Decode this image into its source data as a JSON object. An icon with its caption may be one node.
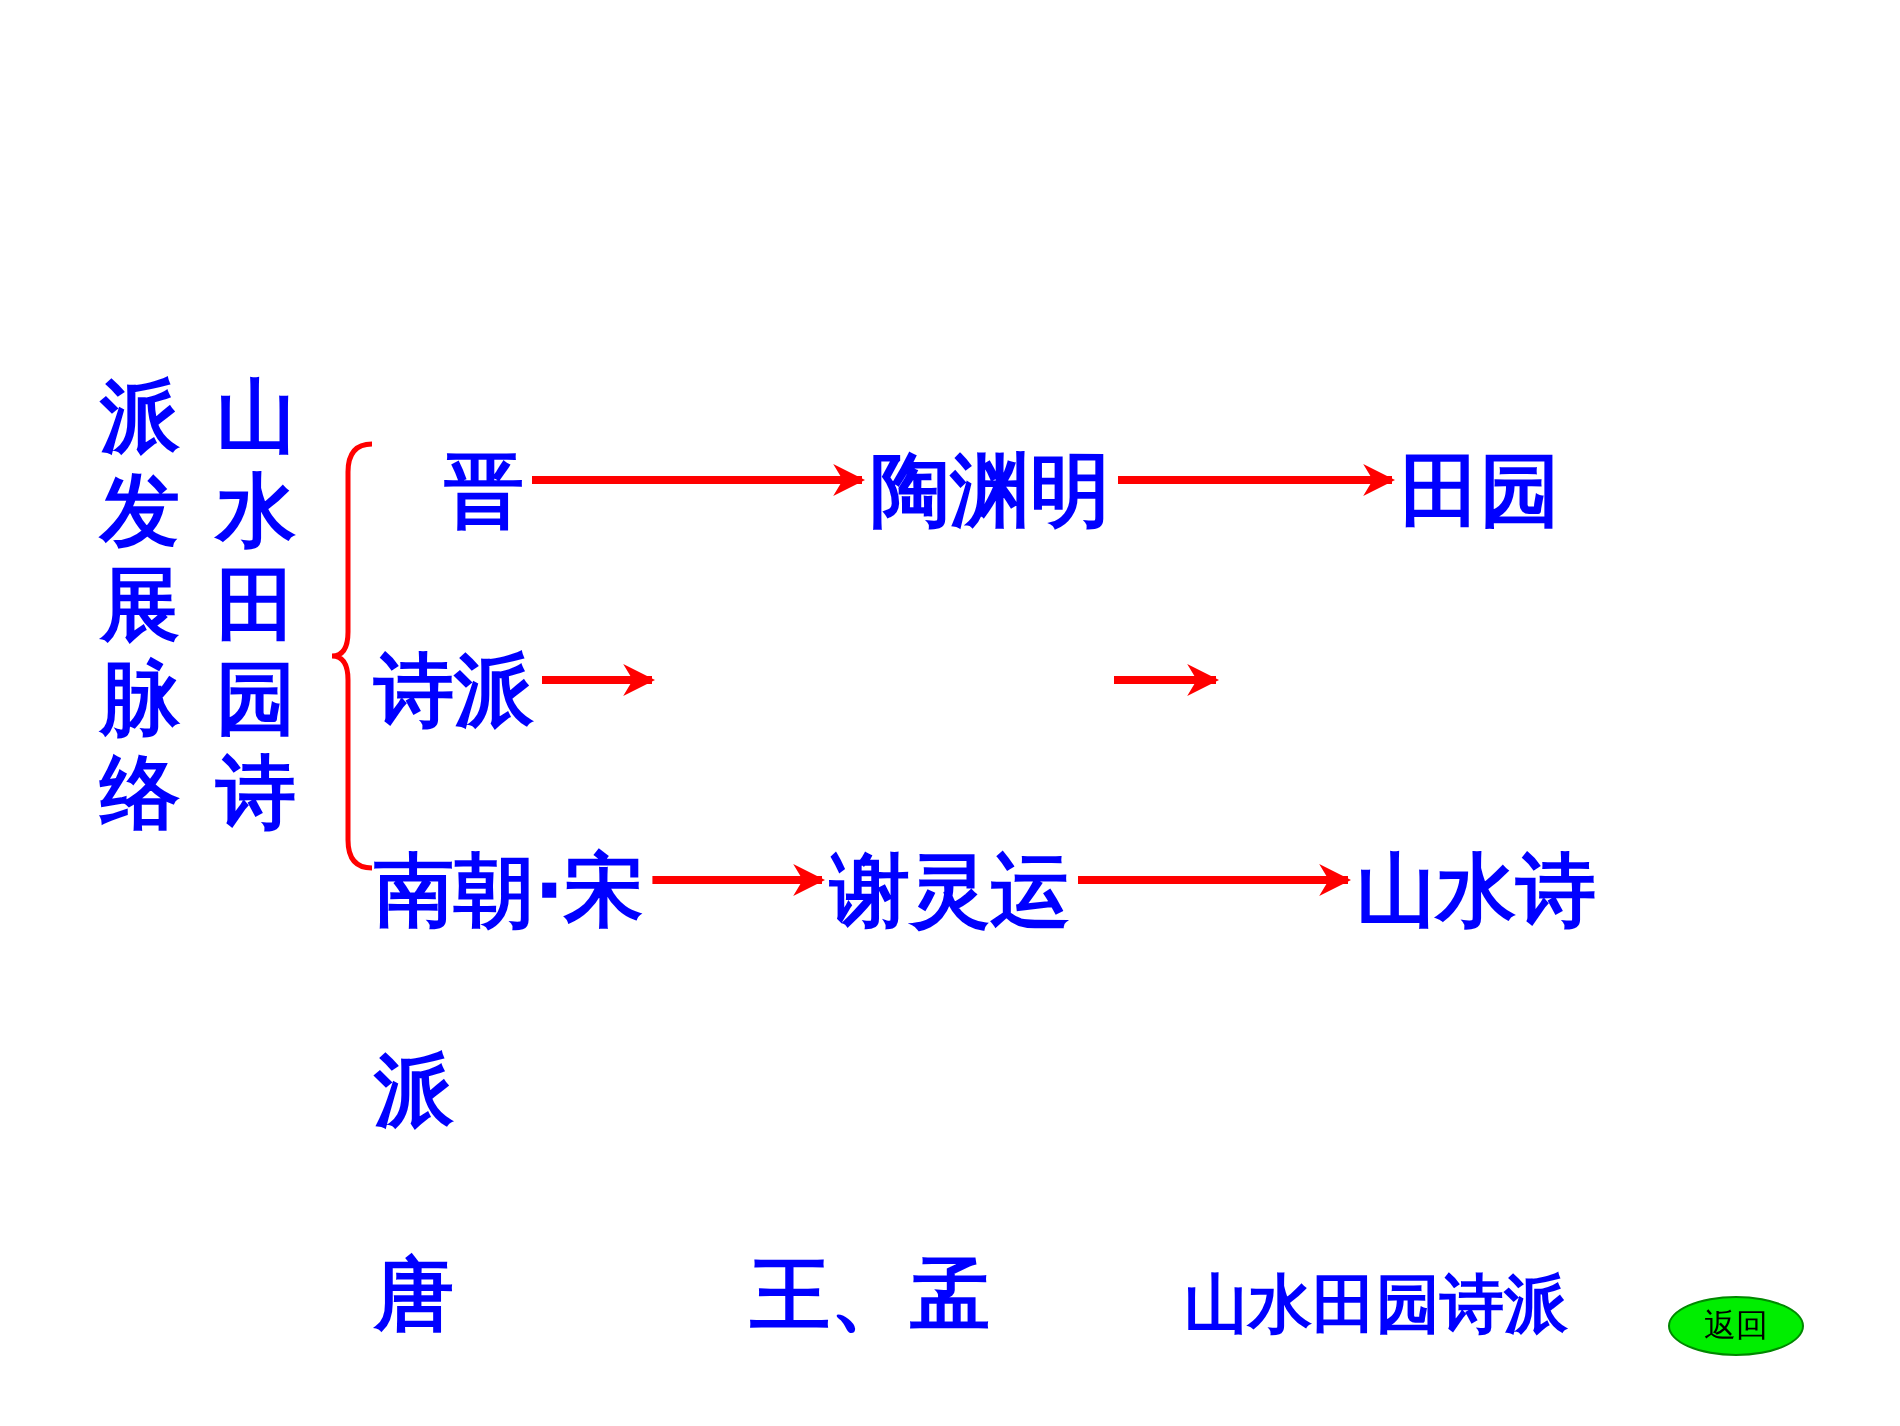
{
  "diagram": {
    "title": "山水田园诗派发展脉络",
    "nodes": [
      {
        "text": [
          "晋"
        ]
      },
      {
        "text": [
          "陶渊明"
        ]
      },
      {
        "text": [
          "田园"
        ]
      },
      {
        "text": [
          "诗派"
        ]
      },
      {
        "text": [
          "南朝·宋"
        ]
      },
      {
        "text": [
          "谢灵运"
        ]
      },
      {
        "text": [
          "山水诗"
        ]
      },
      {
        "text": [
          "返回"
        ]
      }
    ],
    "edges": [
      {
        "from": 0,
        "to": 1,
        "arrow": "to"
      },
      {
        "from": 1,
        "to": 2,
        "arrow": "to"
      },
      {
        "from": 3,
        "to": null,
        "arrow": "to"
      },
      {
        "from": 4,
        "to": 5,
        "arrow": "to"
      },
      {
        "from": 5,
        "to": 6,
        "arrow": "to"
      }
    ],
    "labels": [
      "派",
      "唐",
      "王、孟",
      "山水田园诗派"
    ]
  }
}
